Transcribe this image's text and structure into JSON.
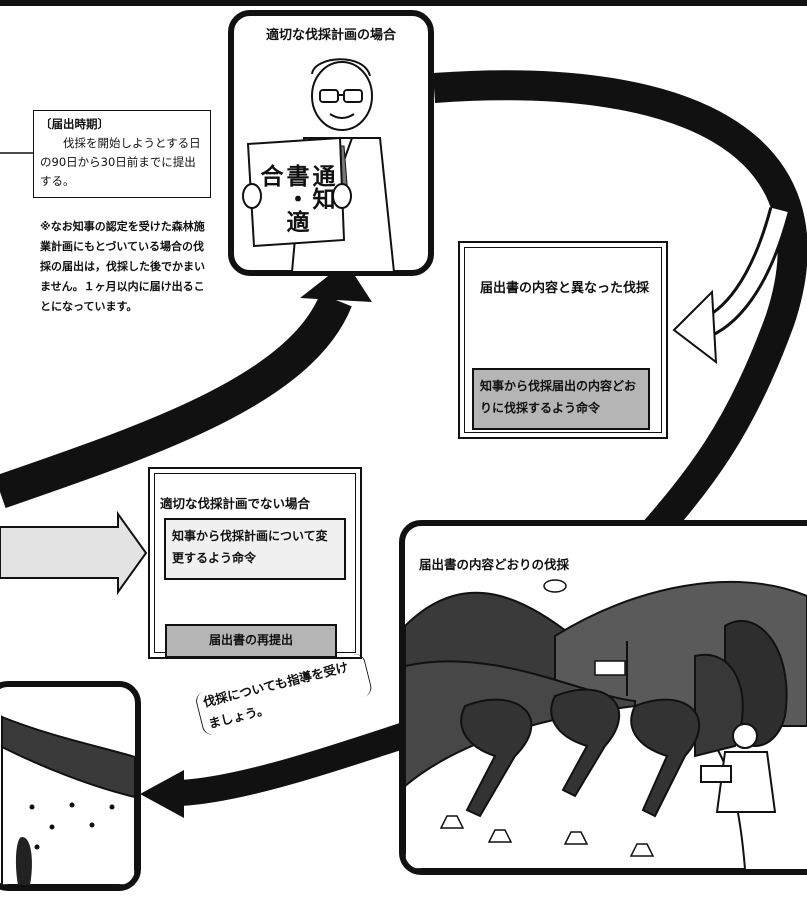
{
  "timing_box": {
    "title": "〔届出時期〕",
    "text": "伐採を開始しようとする日の90日から30日前までに提出する。"
  },
  "note_text": "※なお知事の認定を受けた森林施業計画にもとづいている場合の伐採の届出は，伐採した後でかまいません。１ヶ月以内に届け出ることになっています。",
  "appropriate_panel": {
    "title": "適切な伐採計画の場合",
    "sign_text": "通知書・適合"
  },
  "different_panel": {
    "title": "届出書の内容と異なった伐採",
    "order": "知事から伐採届出の内容どおりに伐採するよう命令"
  },
  "inappropriate_panel": {
    "title": "適切な伐採計画でない場合",
    "order": "知事から伐採計画について変更するよう命令",
    "resubmit": "届出書の再提出"
  },
  "harvest_panel": {
    "title": "届出書の内容どおりの伐採"
  },
  "guidance_text": "伐採についても指導を受けましょう。"
}
